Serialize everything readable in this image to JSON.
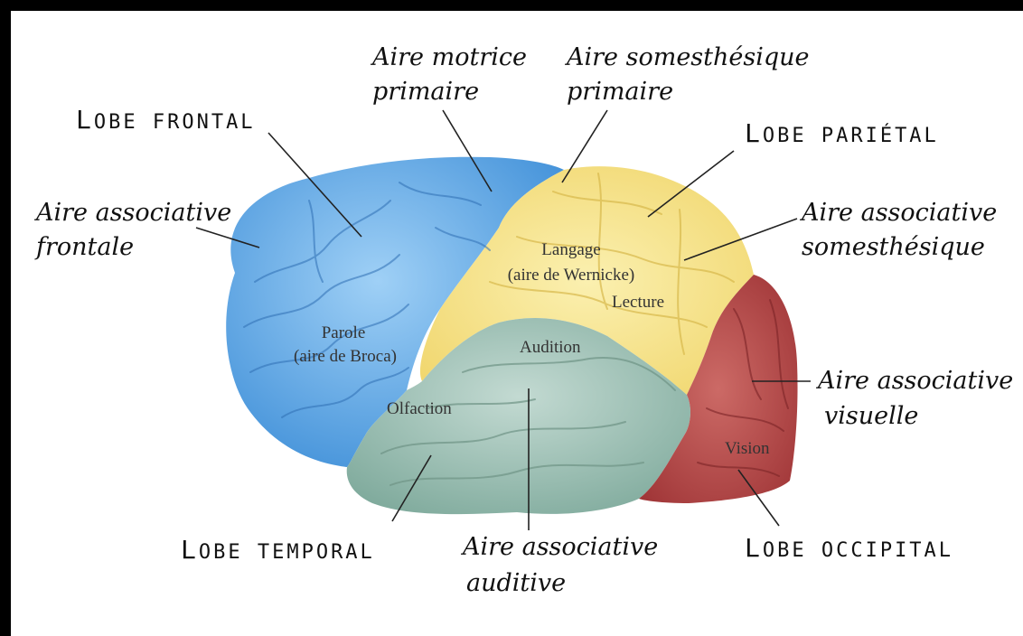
{
  "lobes": {
    "frontal": {
      "cap": "L",
      "rest": "OBE FRONTAL"
    },
    "parietal": {
      "cap": "L",
      "rest": "OBE PARIÉTAL"
    },
    "temporal": {
      "cap": "L",
      "rest": "OBE TEMPORAL"
    },
    "occipital": {
      "cap": "L",
      "rest": "OBE OCCIPITAL"
    }
  },
  "areas": {
    "motor": {
      "line1": "Aire motrice",
      "line2": "primaire"
    },
    "somatosensory": {
      "line1": "Aire somesthésique",
      "line2": "primaire"
    },
    "frontal_assoc": {
      "line1": "Aire associative",
      "line2": "frontale"
    },
    "somato_assoc": {
      "line1": "Aire associative",
      "line2": "somesthésique"
    },
    "visual_assoc": {
      "line1": "Aire associative",
      "line2": "visuelle"
    },
    "auditory_assoc": {
      "line1": "Aire associative",
      "line2": "auditive"
    }
  },
  "regions": {
    "broca": {
      "line1": "Parole",
      "line2": "(aire de Broca)"
    },
    "wernicke": {
      "line1": "Langage",
      "line2": "(aire de Wernicke)"
    },
    "reading": "Lecture",
    "hearing": "Audition",
    "smell": "Olfaction",
    "vision": "Vision"
  },
  "colors": {
    "frontal": "#6fb0e8",
    "parietal": "#f7e48c",
    "temporal": "#a9c7bd",
    "occipital": "#c0524f",
    "frame": "#000000"
  }
}
